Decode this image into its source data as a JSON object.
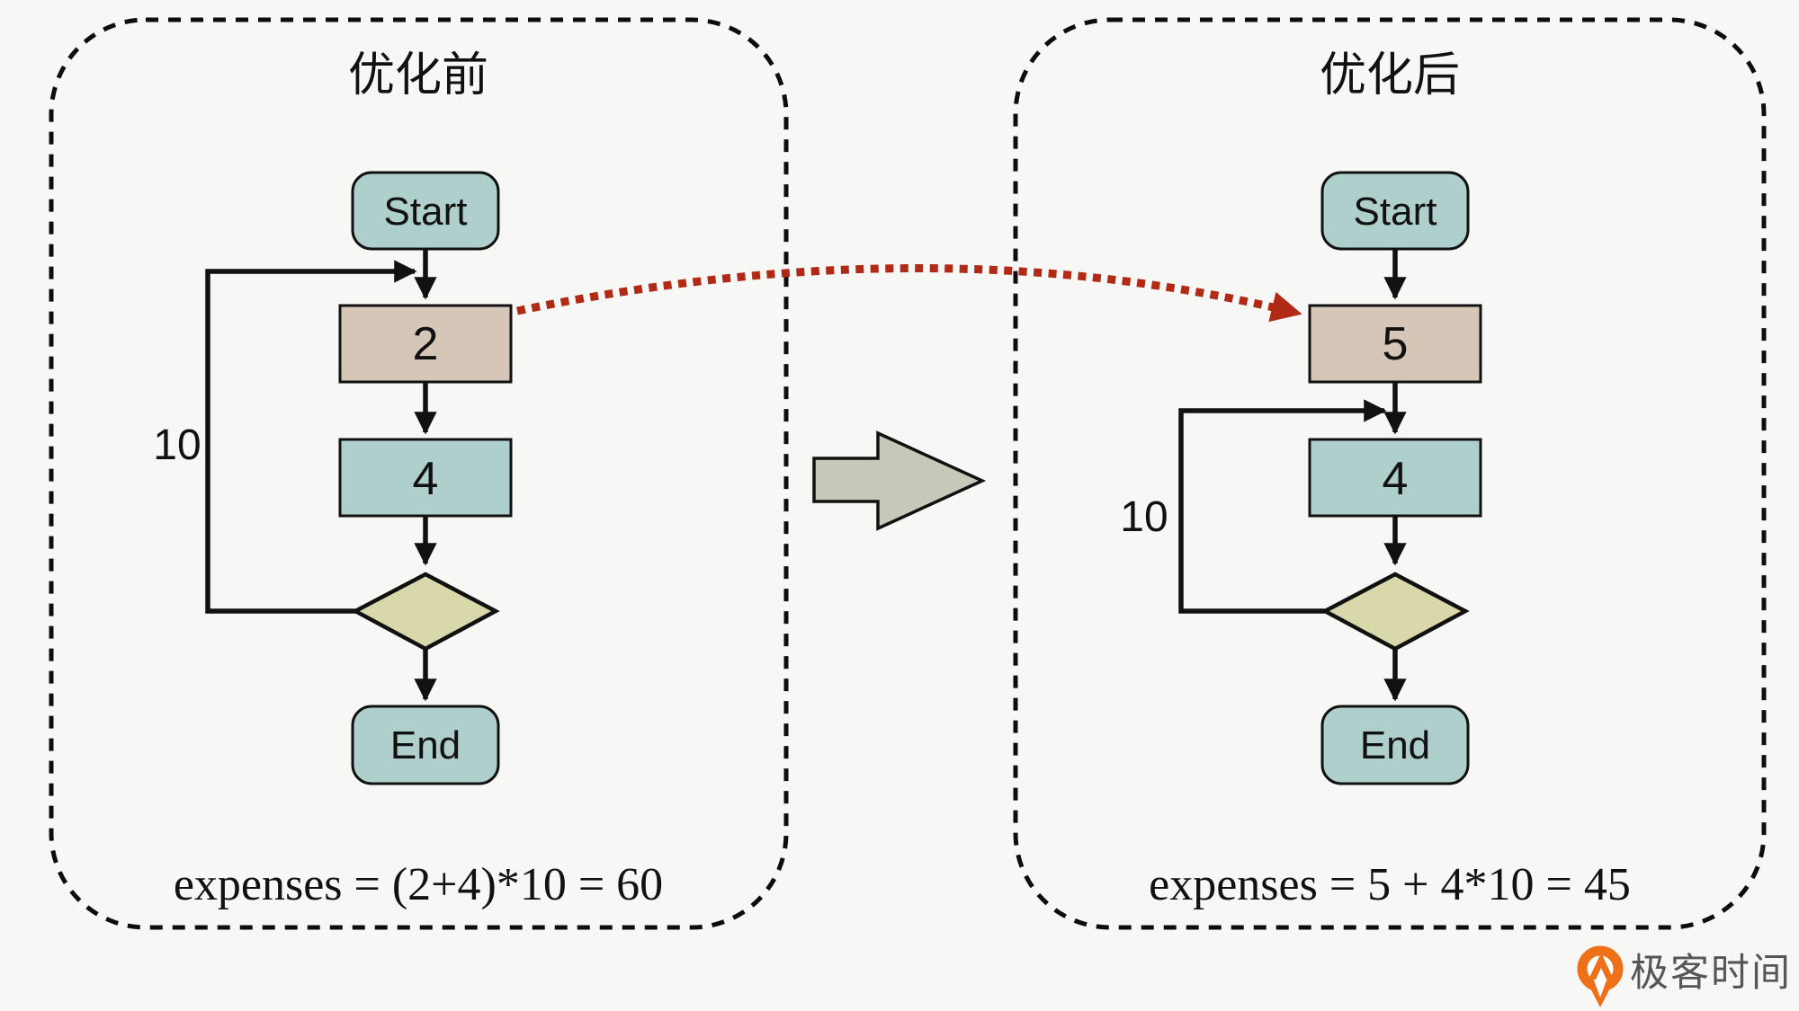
{
  "colors": {
    "background": "#f7f8f6",
    "node_teal": "#aecfcb",
    "node_tan": "#d5c6b8",
    "node_olive": "#d9d8ab",
    "block_arrow_gray": "#c6c8b9",
    "highlight_red": "#b12a16",
    "line_black": "#111111",
    "logo_orange": "#ee7019",
    "logo_text_gray": "#575555"
  },
  "panels": {
    "before": {
      "title": "优化前",
      "start_label": "Start",
      "expense1_label": "2",
      "expense2_label": "4",
      "loop_count_label": "10",
      "end_label": "End",
      "formula": "expenses = (2+4)*10 = 60"
    },
    "after": {
      "title": "优化后",
      "start_label": "Start",
      "expense1_label": "5",
      "expense2_label": "4",
      "loop_count_label": "10",
      "end_label": "End",
      "formula": "expenses = 5 + 4*10 = 45"
    }
  },
  "logo": {
    "brand_text": "极客时间"
  }
}
